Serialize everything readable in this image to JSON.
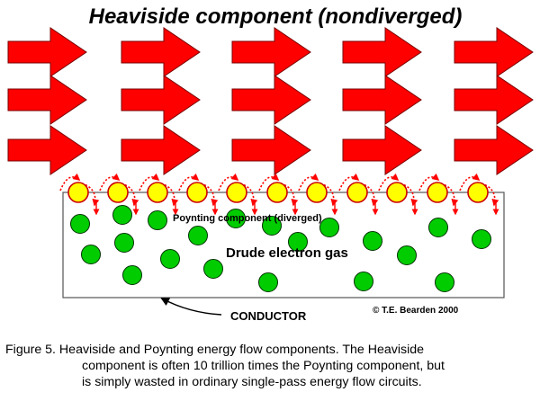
{
  "title": "Heaviside component (nondiverged)",
  "poynting_label": "Poynting component (diverged)",
  "gas_label": "Drude electron gas",
  "conductor_label": "CONDUCTOR",
  "copyright": "© T.E. Bearden 2000",
  "caption": {
    "line1": "Figure 5.  Heaviside and Poynting energy flow components.  The Heaviside",
    "line2": "component is often 10 trillion times the Poynting component, but",
    "line3": "is simply wasted in ordinary single-pass energy flow circuits."
  },
  "colors": {
    "arrow_fill": "#ff0000",
    "arrow_stroke": "#7a0000",
    "surface_charge_fill": "#ffff00",
    "surface_charge_stroke": "#cc0000",
    "electron_fill": "#00cc00",
    "electron_stroke": "#003300",
    "poynting_arrow": "#ff0000",
    "conductor_stroke": "#555555"
  },
  "icons": {
    "heaviside_flow": "right-arrow-icon",
    "surface_charge": "yellow-charge-circle-icon",
    "electron": "green-electron-circle-icon",
    "poynting_flow": "dotted-curved-arrow-icon"
  },
  "counts": {
    "heaviside_arrow_rows": 3,
    "heaviside_arrows_per_row": 5,
    "surface_charges": 11,
    "electrons": 20
  }
}
